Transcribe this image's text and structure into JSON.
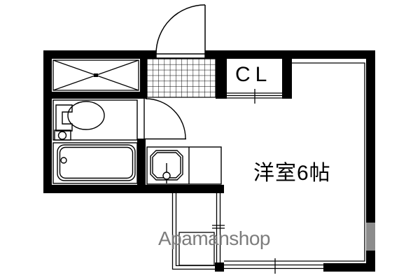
{
  "plan": {
    "closet_label": "CL",
    "room_label": "洋室6帖",
    "watermark": "Apamanshop"
  },
  "colors": {
    "wall": "#000000",
    "background": "#ffffff",
    "window": "#8c8c8c",
    "watermark": "#7d7d7d"
  },
  "fixtures": [
    "entrance-door",
    "genkan-tile",
    "storage-cross-box",
    "closet-sliding-door",
    "toilet",
    "bathtub",
    "kitchen-sink",
    "interior-door",
    "balcony",
    "bottom-window",
    "side-window"
  ]
}
